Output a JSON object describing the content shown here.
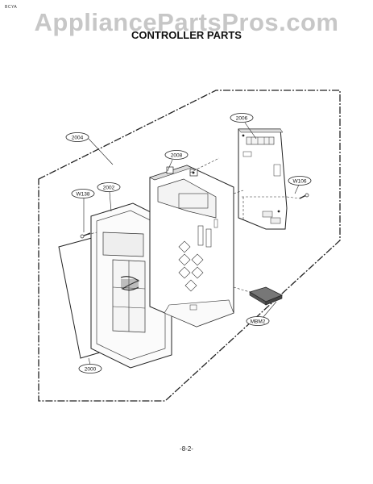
{
  "corner_code": "BCYA",
  "watermark": "AppliancePartsPros.com",
  "title": "CONTROLLER PARTS",
  "page_number": "-8-2-",
  "callouts": {
    "c2004": "2004",
    "c2006": "2006",
    "c2008": "2008",
    "c2002": "2002",
    "cW138": "W138",
    "cW106": "W106",
    "cMBM2": "MBM2",
    "c2000": "2000"
  }
}
